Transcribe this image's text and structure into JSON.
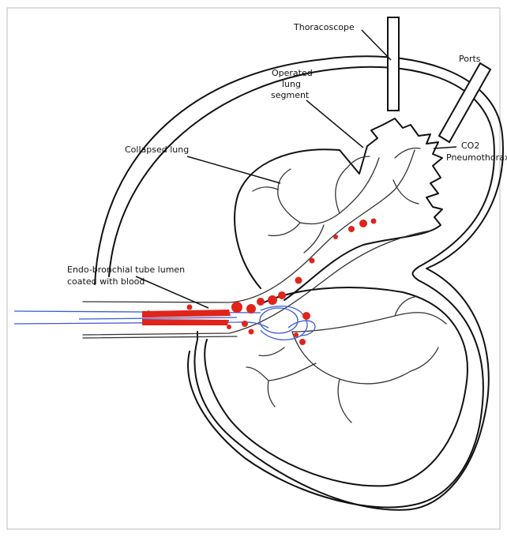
{
  "labels": {
    "thoracoscope": "Thoracoscope",
    "ports": "Ports",
    "operated_line1": "Operated",
    "operated_line2": "lung",
    "operated_line3": "segment",
    "collapsed_lung": "Collapsed lung",
    "co2_line1": "CO2",
    "co2_line2": "Pneumothorax",
    "tube_line1": "Endo-bronchial tube lumen",
    "tube_line2": "coated with blood"
  },
  "colors": {
    "outline": "#111111",
    "airway": "#333333",
    "tube": "#3b5bd6",
    "blood": "#e0241b"
  }
}
